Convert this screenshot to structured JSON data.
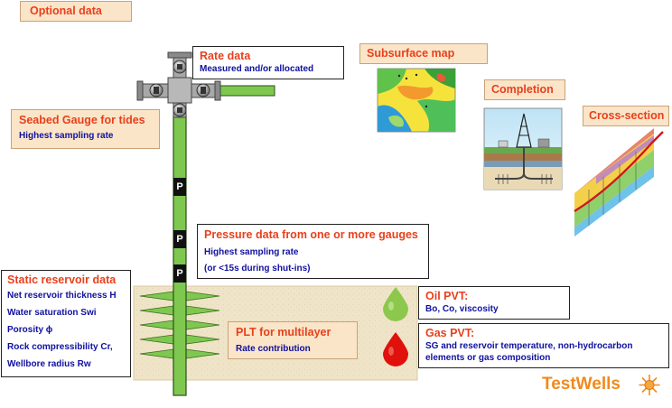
{
  "optional_data": {
    "label": "Optional data"
  },
  "rate_data": {
    "title": "Rate data",
    "subtitle": "Measured and/or allocated"
  },
  "seabed_gauge": {
    "title": "Seabed Gauge for tides",
    "subtitle": "Highest sampling rate"
  },
  "subsurface_map": {
    "title": "Subsurface map"
  },
  "completion": {
    "title": "Completion"
  },
  "cross_section": {
    "title": "Cross-section"
  },
  "pressure_data": {
    "title": "Pressure data from one or more gauges",
    "line1": "Highest sampling rate",
    "line2": "(or <15s during shut-ins)"
  },
  "gauge_markers": [
    "P",
    "P",
    "P"
  ],
  "static_data": {
    "title": "Static reservoir data",
    "items": [
      "Net reservoir thickness H",
      "Water saturation  Swi",
      "Porosity ϕ",
      "Rock compressibility Cr,",
      "Wellbore radius Rw"
    ]
  },
  "oil_pvt": {
    "title": "Oil PVT:",
    "subtitle": "Bo, Co, viscosity"
  },
  "plt": {
    "title": "PLT for multilayer",
    "subtitle": "Rate contribution"
  },
  "gas_pvt": {
    "title": "Gas PVT:",
    "line1": "SG and reservoir temperature, non-hydrocarbon",
    "line2": "elements or gas composition"
  },
  "brand": {
    "name": "TestWells"
  },
  "colors": {
    "accent": "#e8401c",
    "text_blue": "#1010a0",
    "pipe_green": "#7ec850",
    "oil_green": "#8cc84b",
    "gas_red": "#e0100c",
    "reservoir_tan": "#f0e6cc",
    "brand_orange": "#f08a1c"
  }
}
